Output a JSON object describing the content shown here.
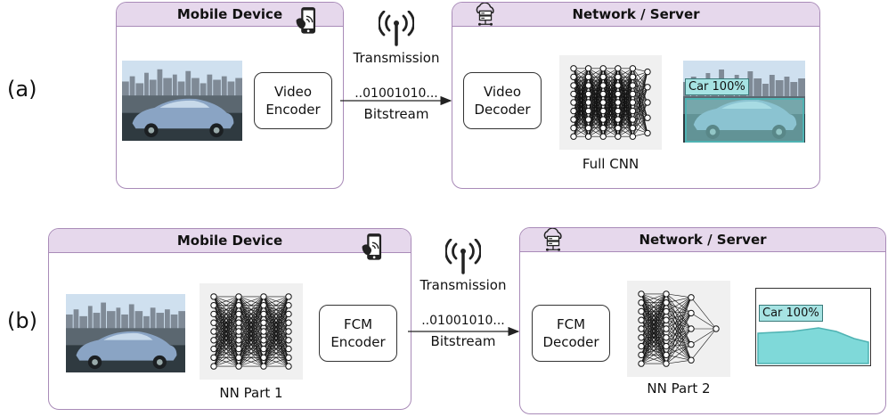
{
  "row_a": {
    "label": "(a)",
    "mobile_title": "Mobile Device",
    "encoder": [
      "Video",
      "Encoder"
    ],
    "transmission": "Transmission",
    "bits": "..01001010...",
    "bitstream": "Bitstream",
    "server_title": "Network / Server",
    "decoder": [
      "Video",
      "Decoder"
    ],
    "nn_label": "Full CNN",
    "detection": "Car 100%"
  },
  "row_b": {
    "label": "(b)",
    "mobile_title": "Mobile Device",
    "nn1_label": "NN Part 1",
    "encoder": [
      "FCM",
      "Encoder"
    ],
    "transmission": "Transmission",
    "bits": "..01001010...",
    "bitstream": "Bitstream",
    "server_title": "Network / Server",
    "decoder": [
      "FCM",
      "Decoder"
    ],
    "nn2_label": "NN Part 2",
    "detection": "Car 100%"
  },
  "icons": [
    "mobile-phone-icon",
    "antenna-icon",
    "cloud-server-icon"
  ],
  "colors": {
    "panel_border": "#a98bb8",
    "panel_header": "#e6d8ec",
    "detection": "#7fd9d9",
    "arrow": "#222222"
  }
}
